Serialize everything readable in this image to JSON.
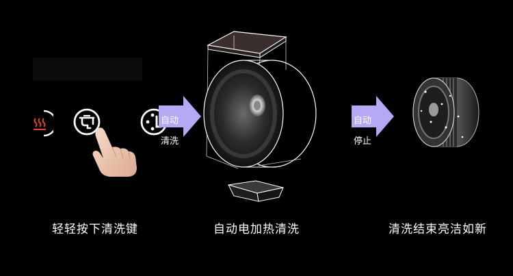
{
  "steps": [
    {
      "caption": "轻轻按下清洗键"
    },
    {
      "caption": "自动电加热清洗"
    },
    {
      "caption": "清洗结束亮洁如新"
    }
  ],
  "arrows": [
    {
      "line1": "自动",
      "line2": "清洗"
    },
    {
      "line1": "自动",
      "line2": "停止"
    }
  ],
  "icons": [
    "heat-icon",
    "clean-icon",
    "timer-icon"
  ],
  "colors": {
    "background": "#000000",
    "arrow": "#b6a8f2",
    "caption": "#ffffff"
  }
}
